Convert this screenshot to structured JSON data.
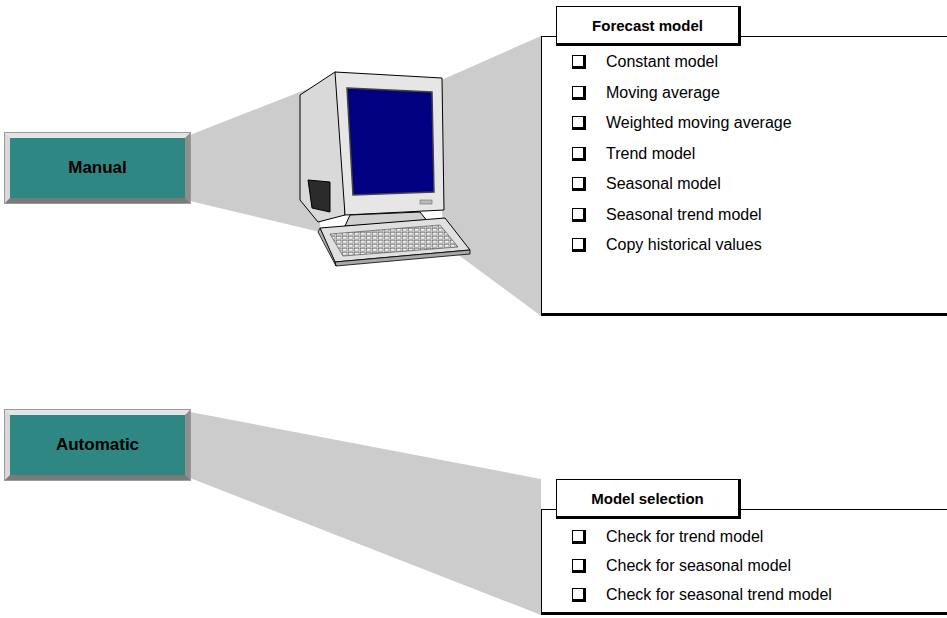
{
  "diagram": {
    "nodes": [
      {
        "text": [
          "Manual"
        ]
      },
      {
        "text": [
          "Forecast model",
          "Constant model",
          "Moving average",
          "Weighted moving average",
          "Trend model",
          "Seasonal model",
          "Seasonal trend model",
          "Copy historical values"
        ]
      },
      {
        "text": [
          "Automatic"
        ]
      },
      {
        "text": [
          "Model selection",
          "Check for trend model",
          "Check for seasonal model",
          "Check for seasonal trend model"
        ]
      }
    ],
    "edges": [
      {
        "from": 0,
        "to": 1,
        "arrow": "none"
      },
      {
        "from": 2,
        "to": 3,
        "arrow": "none"
      }
    ]
  }
}
